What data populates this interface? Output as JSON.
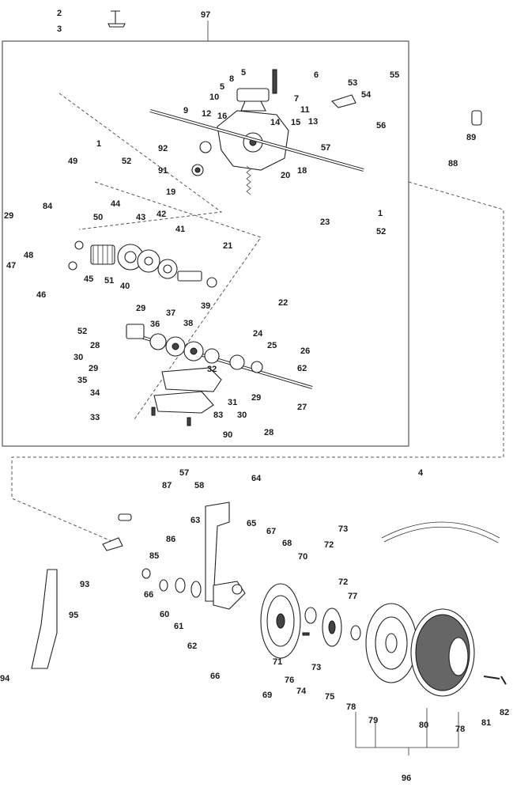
{
  "header": {
    "label_2": "2",
    "label_3": "3",
    "label_97": "97"
  },
  "gearbox_labels": [
    "6",
    "5",
    "8",
    "5",
    "10",
    "12",
    "9",
    "11",
    "7",
    "13",
    "14",
    "15",
    "16",
    "53",
    "54",
    "55",
    "56",
    "57",
    "1",
    "52",
    "92",
    "91",
    "19",
    "20",
    "18",
    "89",
    "88",
    "1",
    "52",
    "23",
    "49",
    "29",
    "84",
    "50",
    "44",
    "43",
    "42",
    "41",
    "48",
    "47",
    "45",
    "51",
    "40",
    "46",
    "21",
    "22",
    "52",
    "28",
    "30",
    "29",
    "35",
    "29",
    "36",
    "37",
    "38",
    "39",
    "24",
    "25",
    "26",
    "32",
    "62",
    "31",
    "27",
    "34",
    "33",
    "83",
    "30",
    "29",
    "28",
    "90"
  ],
  "drive_labels": [
    "4",
    "87",
    "57",
    "58",
    "64",
    "63",
    "65",
    "67",
    "68",
    "86",
    "85",
    "66",
    "60",
    "61",
    "62",
    "93",
    "95",
    "94",
    "66",
    "70",
    "71",
    "69",
    "73",
    "72",
    "72",
    "77",
    "76",
    "74",
    "73",
    "75",
    "78",
    "79",
    "80",
    "78",
    "81",
    "82",
    "96"
  ]
}
